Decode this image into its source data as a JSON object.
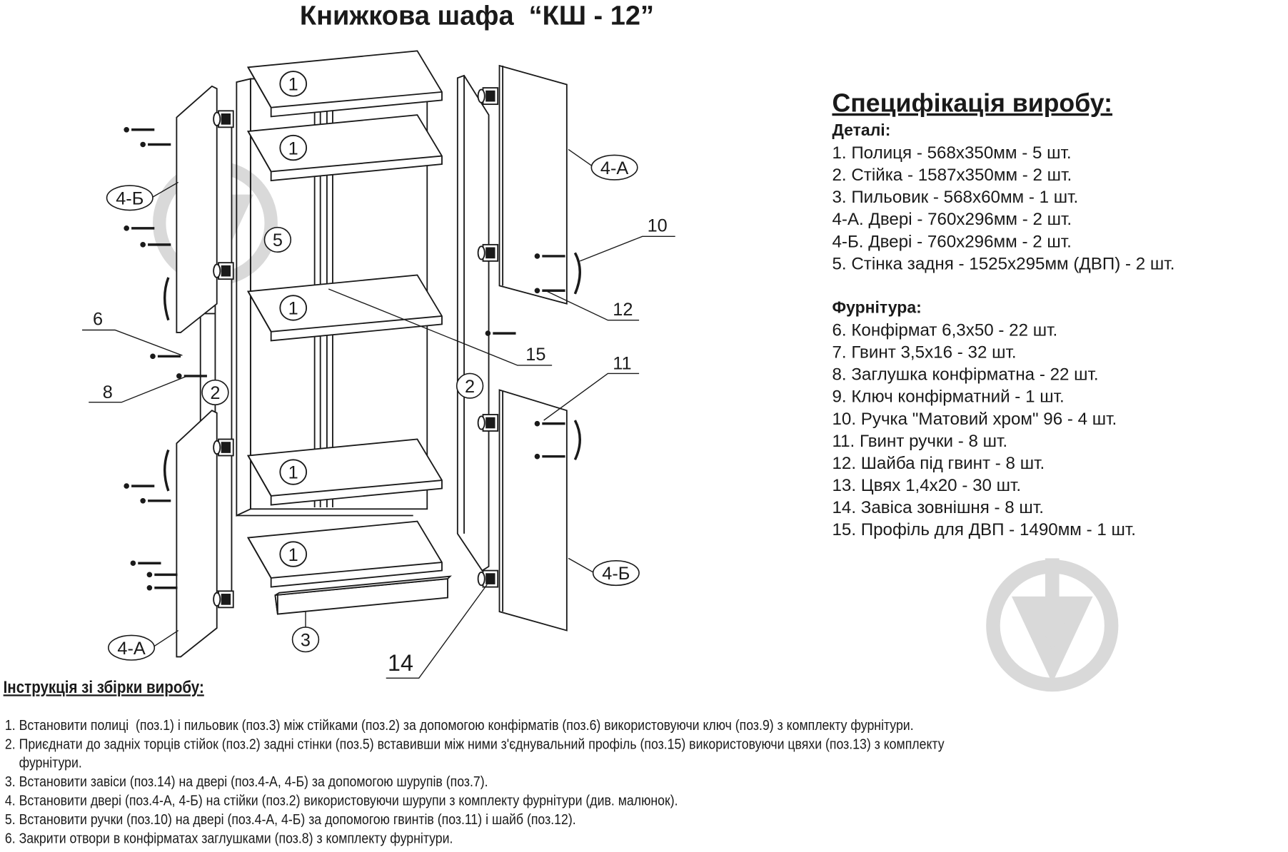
{
  "title": "Книжкова шафа  “КШ - 12”",
  "spec": {
    "title": "Специфікація виробу:",
    "details_header": "Деталі:",
    "details": [
      "1. Полиця - 568х350мм - 5 шт.",
      "2. Стійка - 1587х350мм - 2 шт.",
      "3. Пильовик - 568х60мм - 1 шт.",
      "4-А. Двері - 760х296мм - 2 шт.",
      "4-Б. Двері - 760х296мм - 2 шт.",
      "5. Стінка задня - 1525х295мм (ДВП) - 2 шт."
    ],
    "hardware_header": "Фурнітура:",
    "hardware": [
      "6. Конфірмат 6,3х50 - 22 шт.",
      "7. Гвинт 3,5х16 - 32 шт.",
      "8. Заглушка конфірматна - 22 шт.",
      "9. Ключ конфірматний - 1 шт.",
      "10. Ручка \"Матовий хром\" 96 - 4 шт.",
      "11. Гвинт ручки - 8 шт.",
      "12. Шайба під гвинт - 8 шт.",
      "13. Цвях 1,4х20 - 30 шт.",
      "14. Завіса зовнішня - 8 шт.",
      "15. Профіль для ДВП - 1490мм - 1 шт."
    ]
  },
  "instructions": {
    "title": "Інструкція зі збірки виробу:",
    "steps": [
      "1. Встановити полиці  (поз.1) і пильовик (поз.3) між стійками (поз.2) за допомогою конфірматів (поз.6) використовуючи ключ (поз.9) з комплекту фурнітури.",
      "2. Приєднати до задніх торців стійок (поз.2) задні стінки (поз.5) вставивши між ними з'єднувальний профіль (поз.15) використовуючи цвяхи (поз.13) з комплекту",
      "    фурнітури.",
      "3. Встановити завіси (поз.14) на двері (поз.4-А, 4-Б) за допомогою шурупів (поз.7).",
      "4. Встановити двері (поз.4-А, 4-Б) на стійки (поз.2) використовуючи шурупи з комплекту фурнітури (див. малюнок).",
      "5. Встановити ручки (поз.10) на двері (поз.4-А, 4-Б) за допомогою гвинтів (поз.11) і шайб (поз.12).",
      "6. Закрити отвори в конфірматах заглушками (поз.8) з комплекту фурнітури."
    ]
  },
  "drawing": {
    "labels": {
      "shelf": "1",
      "post": "2",
      "plinth": "3",
      "door_a": "4-А",
      "door_b": "4-Б",
      "back": "5",
      "confirmat": "6",
      "plug": "8",
      "handle": "10",
      "handle_screw": "11",
      "washer": "12",
      "hinge": "14",
      "profile": "15"
    },
    "watermark_color": "#d9d9d9",
    "line_color": "#1a1a1a"
  }
}
